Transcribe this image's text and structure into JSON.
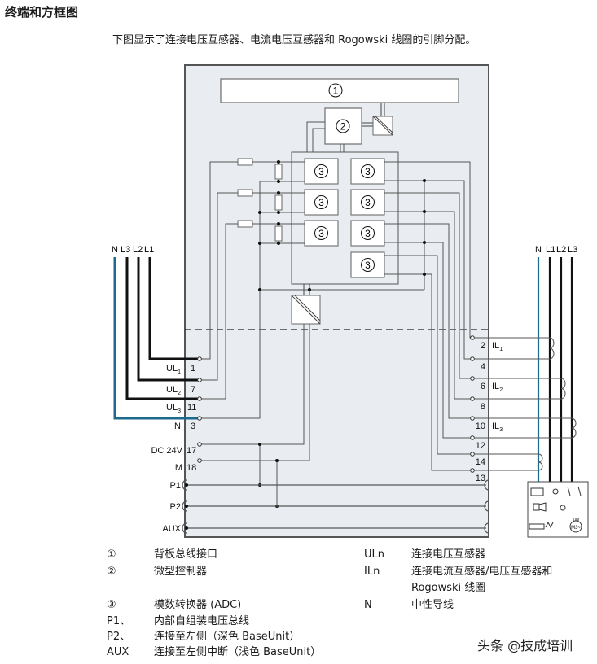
{
  "page": {
    "title": "终端和方框图",
    "intro": "下图显示了连接电压互感器、电流电压互感器和 Rogowski 线圈的引脚分配。"
  },
  "diagram": {
    "blocks": {
      "backplane": "1",
      "microcontroller": "2",
      "adc": "3"
    },
    "left_bus_labels": [
      "N",
      "L3",
      "L2",
      "L1"
    ],
    "right_bus_labels": [
      "N",
      "L1",
      "L2",
      "L3"
    ],
    "left_terminals": [
      {
        "signal": "UL",
        "sub": "1",
        "pin": "1"
      },
      {
        "signal": "UL",
        "sub": "2",
        "pin": "7"
      },
      {
        "signal": "UL",
        "sub": "3",
        "pin": "11"
      },
      {
        "signal": "N",
        "sub": "",
        "pin": "3"
      },
      {
        "signal": "DC 24V",
        "sub": "",
        "pin": "17"
      },
      {
        "signal": "M",
        "sub": "",
        "pin": "18"
      }
    ],
    "bus_terminals": [
      "P1",
      "P2",
      "AUX"
    ],
    "right_terminals": [
      {
        "pin": "2",
        "label": "IL",
        "sub": "1"
      },
      {
        "pin": "4",
        "label": "",
        "sub": ""
      },
      {
        "pin": "6",
        "label": "IL",
        "sub": "2"
      },
      {
        "pin": "8",
        "label": "",
        "sub": ""
      },
      {
        "pin": "10",
        "label": "IL",
        "sub": "3"
      },
      {
        "pin": "12",
        "label": "",
        "sub": ""
      },
      {
        "pin": "14",
        "label": "",
        "sub": ""
      },
      {
        "pin": "13",
        "label": "",
        "sub": ""
      }
    ],
    "load_motor_label": "M3~",
    "colors": {
      "neutral": "#1b6b8e",
      "phase": "#111111",
      "module_bg": "#e9edf1",
      "wire": "#444444"
    }
  },
  "legend": {
    "left": [
      {
        "key": "①",
        "text": "背板总线接口"
      },
      {
        "key": "②",
        "text": "微型控制器"
      },
      {
        "key": "③",
        "text": "模数转换器 (ADC)"
      },
      {
        "key": "P1、",
        "text": "内部自组装电压总线"
      },
      {
        "key": "P2、",
        "text": "连接至左侧（深色 BaseUnit）"
      },
      {
        "key": "AUX",
        "text": "连接至左侧中断（浅色 BaseUnit）"
      }
    ],
    "right": [
      {
        "key": "ULn",
        "text": "连接电压互感器"
      },
      {
        "key": "ILn",
        "text": "连接电流互感器/电压互感器和",
        "text2": "Rogowski 线圈"
      },
      {
        "key": "N",
        "text": "中性导线"
      }
    ]
  },
  "watermark": "头条 @技成培训"
}
